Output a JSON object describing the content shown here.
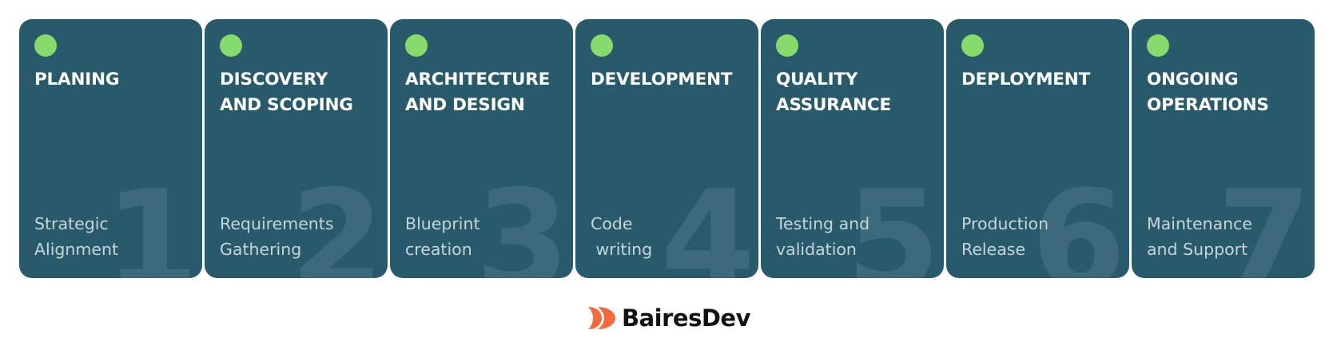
{
  "colors": {
    "card_background": "#285a6b",
    "dot": "#87db6d",
    "title_text": "#ffffff",
    "subtitle_text": "#c5d6db",
    "logo_mark": "#f26a3d",
    "logo_text": "#121212"
  },
  "steps": [
    {
      "number": "1",
      "title": "PLANING",
      "subtitle": "Strategic\nAlignment"
    },
    {
      "number": "2",
      "title": "DISCOVERY\nAND SCOPING",
      "subtitle": "Requirements\nGathering"
    },
    {
      "number": "3",
      "title": "ARCHITECTURE\nAND DESIGN",
      "subtitle": "Blueprint\ncreation"
    },
    {
      "number": "4",
      "title": "DEVELOPMENT",
      "subtitle": "Code\n writing"
    },
    {
      "number": "5",
      "title": "QUALITY\nASSURANCE",
      "subtitle": "Testing and\nvalidation"
    },
    {
      "number": "6",
      "title": "DEPLOYMENT",
      "subtitle": "Production\nRelease"
    },
    {
      "number": "7",
      "title": "ONGOING\nOPERATIONS",
      "subtitle": "Maintenance\nand Support"
    }
  ],
  "logo": {
    "text": "BairesDev",
    "icon": "bairesdev-logo-icon"
  }
}
